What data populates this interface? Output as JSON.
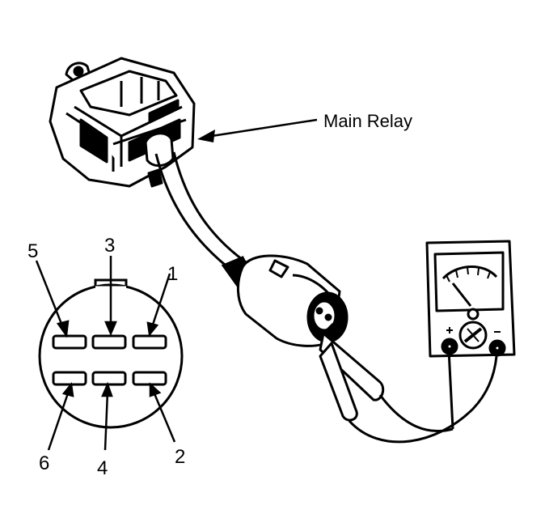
{
  "callout": {
    "main_relay": "Main Relay"
  },
  "connector_pins": [
    "1",
    "2",
    "3",
    "4",
    "5",
    "6"
  ],
  "colors": {
    "ink": "#000000",
    "paper": "#ffffff"
  }
}
